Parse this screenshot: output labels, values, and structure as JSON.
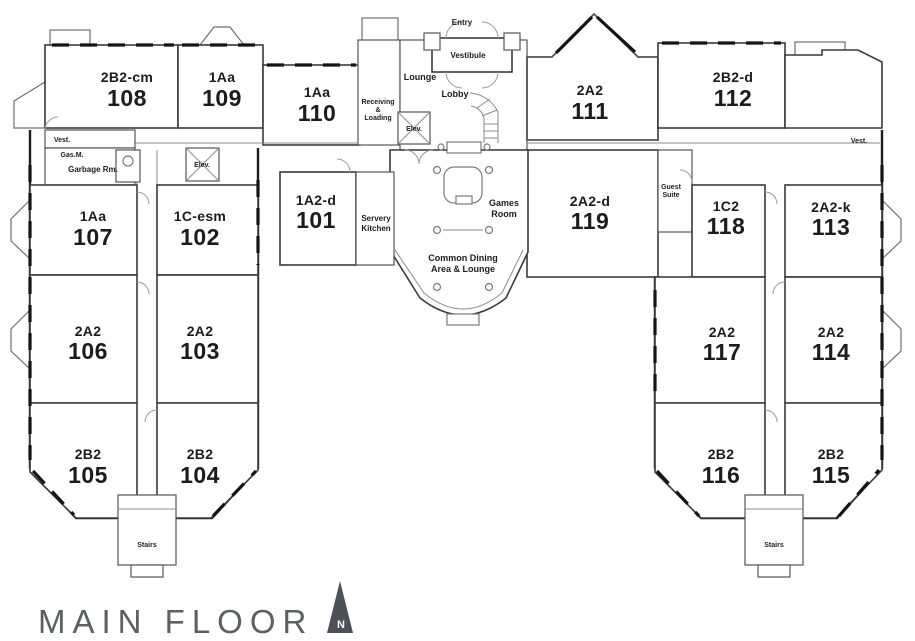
{
  "title": "MAIN FLOOR",
  "highlighted_unit": "111",
  "colors": {
    "highlight": "#d4ccc2",
    "wall": "#1e1e1e",
    "title_gray": "#5a6165",
    "compass": "#4b5156"
  },
  "compass": {
    "label": "N"
  },
  "units": {
    "101": {
      "code": "1A2-d",
      "num": "101"
    },
    "102": {
      "code": "1C-esm",
      "num": "102"
    },
    "103": {
      "code": "2A2",
      "num": "103"
    },
    "104": {
      "code": "2B2",
      "num": "104"
    },
    "105": {
      "code": "2B2",
      "num": "105"
    },
    "106": {
      "code": "2A2",
      "num": "106"
    },
    "107": {
      "code": "1Aa",
      "num": "107"
    },
    "108": {
      "code": "2B2-cm",
      "num": "108"
    },
    "109": {
      "code": "1Aa",
      "num": "109"
    },
    "110": {
      "code": "1Aa",
      "num": "110"
    },
    "111": {
      "code": "2A2",
      "num": "111"
    },
    "112": {
      "code": "2B2-d",
      "num": "112"
    },
    "113": {
      "code": "2A2-k",
      "num": "113"
    },
    "114": {
      "code": "2A2",
      "num": "114"
    },
    "115": {
      "code": "2B2",
      "num": "115"
    },
    "116": {
      "code": "2B2",
      "num": "116"
    },
    "117": {
      "code": "2A2",
      "num": "117"
    },
    "118": {
      "code": "1C2",
      "num": "118"
    },
    "119": {
      "code": "2A2-d",
      "num": "119"
    }
  },
  "rooms": {
    "entry": "Entry",
    "vestibule": "Vestibule",
    "lounge": "Lounge",
    "lobby": "Lobby",
    "receiving": [
      "Receiving",
      "&",
      "Loading"
    ],
    "elevator_center": "Elev.",
    "elevator_west": "Elev.",
    "vest_west": "Vest.",
    "gas_meter": "Gas.M.",
    "garbage": "Garbage Rm.",
    "servery": [
      "Servery",
      "Kitchen"
    ],
    "games": [
      "Games",
      "Room"
    ],
    "dining": [
      "Common Dining",
      "Area & Lounge"
    ],
    "guest_suite": [
      "Guest",
      "Suite"
    ],
    "vest_east": "Vest.",
    "stairs_west": "Stairs",
    "stairs_east": "Stairs"
  }
}
